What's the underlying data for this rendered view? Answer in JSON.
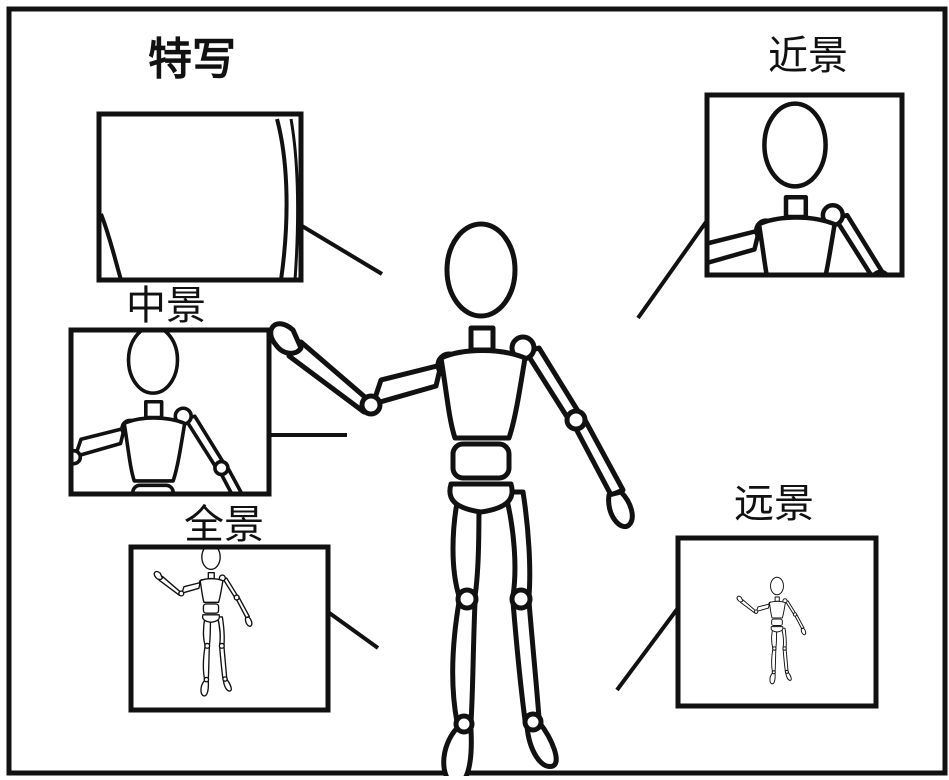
{
  "labels": {
    "closeup": "特写",
    "near": "近景",
    "medium": "中景",
    "full": "全景",
    "long": "远景"
  },
  "style": {
    "stroke": "#111111",
    "background": "#ffffff"
  }
}
